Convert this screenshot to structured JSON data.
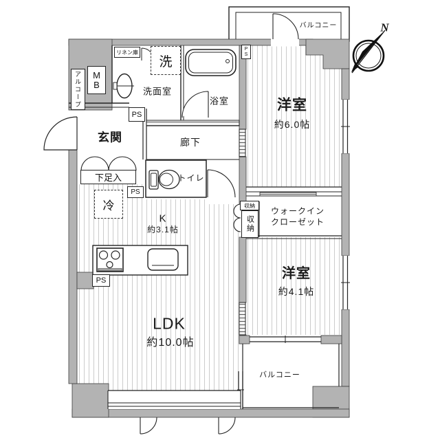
{
  "rooms": {
    "balcony_top": {
      "label": "バルコニー"
    },
    "bedroom_6": {
      "label": "洋室",
      "size": "約6.0帖"
    },
    "washroom": {
      "label": "洗面室"
    },
    "bathroom": {
      "label": "浴室"
    },
    "entrance": {
      "label": "玄関"
    },
    "hallway": {
      "label": "廊下"
    },
    "toilet": {
      "label": "トイレ"
    },
    "kitchen": {
      "label": "K",
      "size": "約3.1帖"
    },
    "wic": {
      "label_line1": "ウォークイン",
      "label_line2": "クローゼット"
    },
    "bedroom_4": {
      "label": "洋室",
      "size": "約4.1帖"
    },
    "ldk": {
      "label": "LDK",
      "size": "約10.0帖"
    },
    "balcony_bottom": {
      "label": "バルコニー"
    }
  },
  "features": {
    "linen_closet": "リネン庫",
    "washer": "洗",
    "meter_box": "MB",
    "alcove": "アルコープ",
    "shoe_cabinet": "下足入",
    "refrigerator": "冷",
    "pipe_space": "PS",
    "storage": "収納",
    "compass_north": "N"
  },
  "colors": {
    "wall": "#b3b3b3",
    "line": "#222222",
    "floor_stripe": "#cbcbcb"
  }
}
